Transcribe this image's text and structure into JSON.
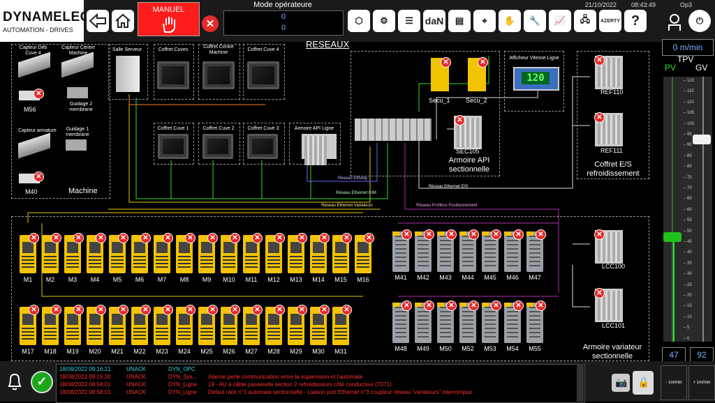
{
  "header": {
    "logo_main": "DYNAMELEC",
    "logo_sub": "AUTOMATION - DRIVES",
    "manuel_label": "MANUEL",
    "mode_title": "Mode opérateure",
    "mode_val1": "0",
    "mode_val2": "0",
    "date": "21/10/2022",
    "time": "08:43:49",
    "user": "Op3",
    "toolbar": [
      "back",
      "home",
      "dan",
      "doc",
      "map",
      "hand",
      "wrench",
      "chart",
      "net",
      "AZERTY",
      "help",
      "user",
      "power"
    ],
    "dan_label": "daN",
    "azerty_label": "AZERTY",
    "help_label": "?"
  },
  "diagram": {
    "title": "RESEAUX",
    "capteur_deb": "Capteur Déb Cuve 4",
    "capteur_centre": "Capteur Centre Machine",
    "m56": "M56",
    "guidage2": "Guidage 2 membrane",
    "capteur_armature": "Capteur armature",
    "guidage1": "Guidage 1 membrane",
    "m40": "M40",
    "machine": "Machine",
    "salle_serveur": "Salle Serveur",
    "coffret_cuves": "Coffret Cuves",
    "coffret_centre": "Coffret Centre Machine",
    "coffret_cuve4": "Coffret Cuve 4",
    "coffret_cuve1": "Coffret Cuve 1",
    "coffret_cuve2": "Coffret Cuve 2",
    "coffret_cuve3": "Coffret Cuve 3",
    "armoire_api_ligne": "Armoire API Ligne",
    "secu1": "Secu_1",
    "secu2": "Secu_2",
    "sec105": "SEC105",
    "armoire_api_sect": "Armoire API sectionnelle",
    "afficheur": "Afficheur Vitesse Ligne",
    "afficheur_val": "120",
    "ref110": "REF110",
    "ref111": "REF111",
    "coffret_es": "Coffret E/S refroidissement",
    "lcc100": "LCC100",
    "lcc101": "LCC101",
    "armoire_var": "Armoire variateur sectionnelle",
    "net_ethway": "Réseau Ethway",
    "net_ihm": "Réseau Ethernet IHM",
    "net_es": "Réseau Ethernet E/S",
    "net_var": "Réseau Ethernet Variateurs",
    "net_profibus": "Réseau Profibus Positionnement",
    "row1": [
      "M1",
      "M2",
      "M3",
      "M4",
      "M5",
      "M6",
      "M7",
      "M8",
      "M9",
      "M10",
      "M11",
      "M12",
      "M13",
      "M14",
      "M15",
      "M16"
    ],
    "row2": [
      "M17",
      "M18",
      "M19",
      "M20",
      "M21",
      "M22",
      "M23",
      "M24",
      "M25",
      "M26",
      "M27",
      "M28",
      "M29",
      "M30",
      "M31"
    ],
    "row3": [
      "M41",
      "M42",
      "M43",
      "M44",
      "M45",
      "M46",
      "M47"
    ],
    "row4": [
      "M48",
      "M49",
      "M50",
      "M52",
      "M53",
      "M54",
      "M55"
    ]
  },
  "right_panel": {
    "speed": "0 m/min",
    "tpv": "TPV",
    "pv": "PV",
    "gv": "GV",
    "ticks": [
      "120",
      "115",
      "110",
      "105",
      "100",
      "95",
      "90",
      "85",
      "80",
      "75",
      "70",
      "65",
      "60",
      "55",
      "50",
      "45",
      "40",
      "35",
      "30",
      "25",
      "20",
      "15",
      "10",
      "5",
      "0"
    ],
    "pv_value": "47",
    "gv_value": "92",
    "minus_label": "- 1m/min",
    "plus_label": "+ 1m/min"
  },
  "alarms": [
    {
      "date": "18/08/2022 09:16:21",
      "state": "UNACK",
      "src": "DYN_OPC",
      "msg": "",
      "color": "#3fd3e0"
    },
    {
      "date": "18/08/2022 09:16:20",
      "state": "UNACK",
      "src": "DYN_Sys...",
      "msg": "Alarme perte communication entre la supervision et l'automate",
      "color": "#ff3030"
    },
    {
      "date": "18/08/2022 08:58:01",
      "state": "UNACK",
      "src": "DYN_Ligne",
      "msg": "19 - AU à câble passerelle section 2 refroidisseurs côté conducteur (T071)",
      "color": "#ff3030"
    },
    {
      "date": "18/08/2022 08:58:01",
      "state": "UNACK",
      "src": "DYN_Ligne",
      "msg": "Défaut rack n°1 automate sectionnelle - Liaison port Ethernet n°3 coupleur réseau \"variateurs\" interrompue",
      "color": "#ff3030"
    }
  ]
}
